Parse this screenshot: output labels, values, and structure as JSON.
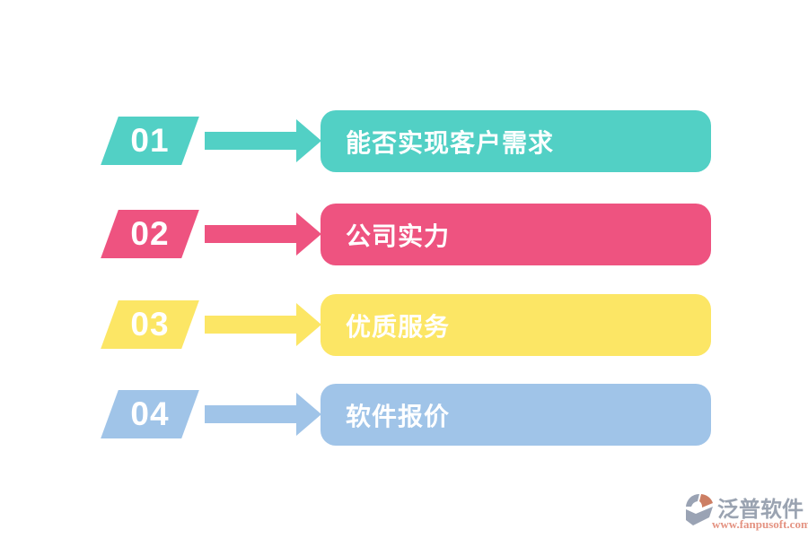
{
  "page": {
    "background": "#ffffff"
  },
  "steps": [
    {
      "number": "01",
      "label": "能否实现客户需求",
      "color": "#52D0C5"
    },
    {
      "number": "02",
      "label": "公司实力",
      "color": "#EE5380"
    },
    {
      "number": "03",
      "label": "优质服务",
      "color": "#FCE665"
    },
    {
      "number": "04",
      "label": "软件报价",
      "color": "#A0C4E8"
    }
  ],
  "watermark": {
    "brand": "泛普软件",
    "url": "www.fanpusoft.com",
    "brand_color": "#9AA3B1",
    "url_color": "#E49382",
    "logo_gray": "#9AA3B4",
    "logo_coral": "#CC7E63"
  }
}
